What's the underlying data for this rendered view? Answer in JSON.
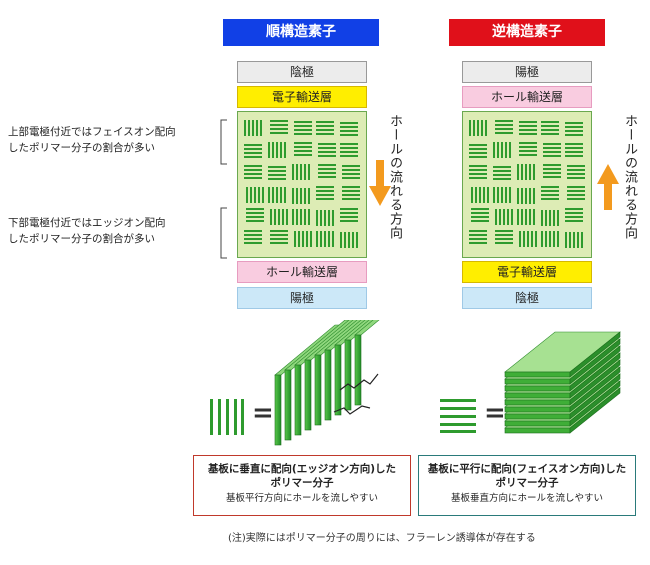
{
  "left": {
    "title": "順構造素子",
    "title_color": "#1140e6",
    "layers": {
      "top": "陰極",
      "upper": "電子輸送層",
      "lower": "ホール輸送層",
      "bottom": "陽極"
    },
    "flow_label": "ホールの流れる方向",
    "arrow": "down"
  },
  "right": {
    "title": "逆構造素子",
    "title_color": "#e0101a",
    "layers": {
      "top": "陽極",
      "upper": "ホール輸送層",
      "lower": "電子輸送層",
      "bottom": "陰極"
    },
    "flow_label": "ホールの流れる方向",
    "arrow": "up"
  },
  "notes": {
    "upper_line1": "上部電極付近ではフェイスオン配向",
    "upper_line2": "したポリマー分子の割合が多い",
    "lower_line1": "下部電極付近ではエッジオン配向",
    "lower_line2": "したポリマー分子の割合が多い"
  },
  "captions": {
    "left_main": "基板に垂直に配向(エッジオン方向)した",
    "left_main2": "ポリマー分子",
    "left_sub": "基板平行方向にホールを流しやすい",
    "right_main": "基板に平行に配向(フェイスオン方向)した",
    "right_main2": "ポリマー分子",
    "right_sub": "基板垂直方向にホールを流しやすい"
  },
  "footnote": "(注)実際にはポリマー分子の周りには、フラーレン誘導体が存在する",
  "colors": {
    "cathode": "#ececec",
    "etl": "#ffee00",
    "htl": "#f9cce0",
    "anode": "#cce8f8",
    "active_bg": "#ddecb5",
    "polymer": "#2e9b2e",
    "arrow": "#f39a1e",
    "left_caption_border": "#c0392b",
    "right_caption_border": "#2a7a7a"
  }
}
